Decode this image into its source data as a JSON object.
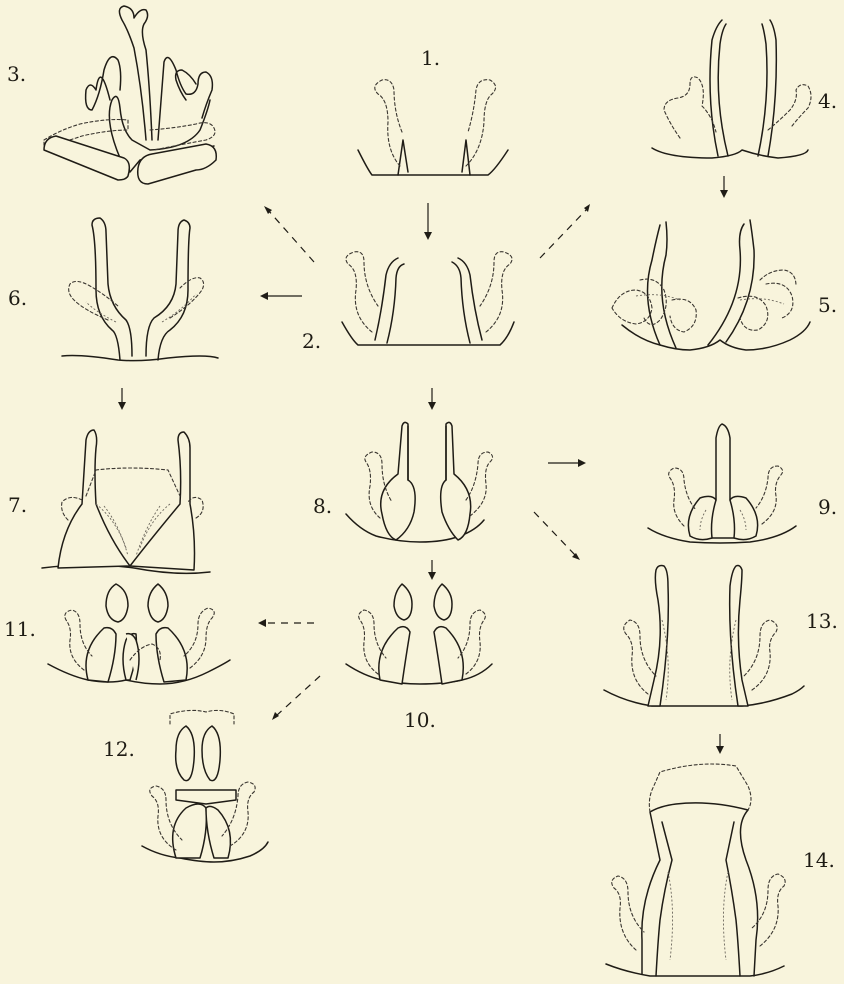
{
  "figure_labels": [
    "1.",
    "2.",
    "3.",
    "4.",
    "5.",
    "6.",
    "7.",
    "8.",
    "9.",
    "10.",
    "11.",
    "12.",
    "13.",
    "14."
  ]
}
